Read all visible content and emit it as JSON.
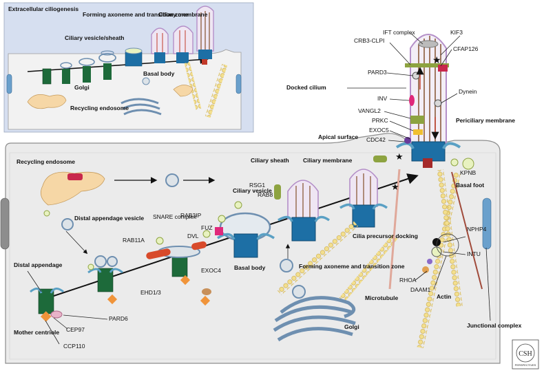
{
  "inset": {
    "title": "Extracellular ciliogenesis",
    "labels": {
      "forming": "Forming axoneme and transition zone",
      "ciliary_membrane": "Ciliary membrane",
      "ciliary_vesicle_sheath": "Ciliary vesicle/sheath",
      "golgi": "Golgi",
      "basal_body": "Basal body",
      "recycling": "Recycling endosome"
    }
  },
  "main": {
    "labels": {
      "apical_surface": "Apical surface",
      "recycling": "Recycling endosome",
      "distal_appendage_vesicle": "Distal appendage vesicle",
      "rab11a": "RAB11A",
      "snare": "SNARE complex",
      "rab3ip": "RAB3IP",
      "ciliary_vesicle": "Ciliary vesicle",
      "fuz": "FUZ",
      "dvl": "DVL",
      "exoc4": "EXOC4",
      "ehd": "EHD1/3",
      "basal_body": "Basal body",
      "distal_appendage": "Distal appendage",
      "mother_centriole": "Mother centriole",
      "ccp110": "CCP110",
      "cep97": "CEP97",
      "pard6": "PARD6",
      "ciliary_sheath": "Ciliary sheath",
      "ciliary_membrane": "Ciliary membrane",
      "rsg1": "RSG1",
      "rab8": "RAB8",
      "forming": "Forming axoneme and transition zone",
      "cilia_precursor_docking": "Cilia precursor docking",
      "golgi": "Golgi",
      "microtubule": "Microtubule",
      "actin": "Actin",
      "junctional_complex": "Junctional complex",
      "basal_foot": "Basal foot",
      "kpnb": "KPNB",
      "nphp4": "NPHP4",
      "intu": "INTU",
      "rhoa": "RHOA",
      "daam1": "DAAM1",
      "periciliary_membrane": "Periciliary membrane"
    }
  },
  "cilium": {
    "labels": {
      "ift_complex": "IFT complex",
      "kif3": "KIF3",
      "crb3": "CRB3-CLPI",
      "cfap126": "CFAP126",
      "pard3": "PARD3",
      "docked_cilium": "Docked cilium",
      "inv": "INV",
      "dynein": "Dynein",
      "vangl2": "VANGL2",
      "prkc": "PRKC",
      "exoc5": "EXOC5",
      "cdc42": "CDC42"
    }
  },
  "logo": {
    "text": "CSH",
    "subtext": "PERSPECTIVES"
  },
  "colors": {
    "inset_bg": "#d6dff0",
    "cell_bg": "#ebebeb",
    "vesicle_fill": "#dde3e8",
    "vesicle_stroke": "#6e8fb0",
    "centriole": "#1d6a3a",
    "basal_body": "#1d6fa5",
    "endosome": "#f6d7a6",
    "membrane_lilac": "#b48fc8",
    "microtubule": "#f3df8e",
    "actin": "#e0a89a"
  }
}
